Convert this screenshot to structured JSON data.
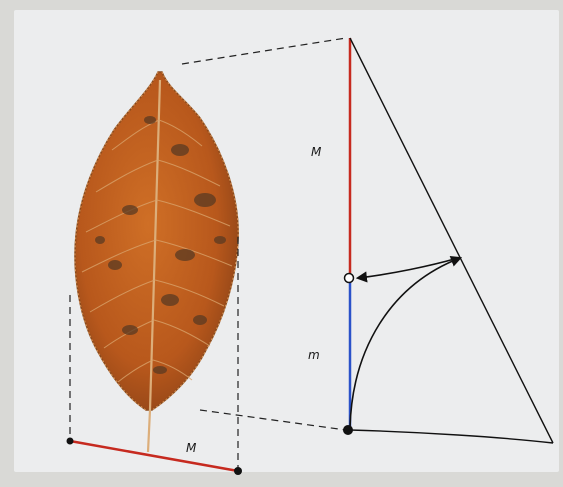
{
  "labels": {
    "major_vertical": "M",
    "minor_vertical": "m",
    "major_base": "M"
  },
  "colors": {
    "paper": "#ecedee",
    "major_segment": "#c62a1f",
    "minor_segment": "#2a52c9",
    "outline": "#111111",
    "leaf_fill": "#c0611f",
    "leaf_dark": "#5a3a22",
    "leaf_vein": "#d9a36b"
  },
  "icons": {
    "leaf": "leaf-icon",
    "golden_point": "open-circle-icon",
    "endpoint": "filled-dot-icon",
    "arrow": "arrow-icon"
  }
}
